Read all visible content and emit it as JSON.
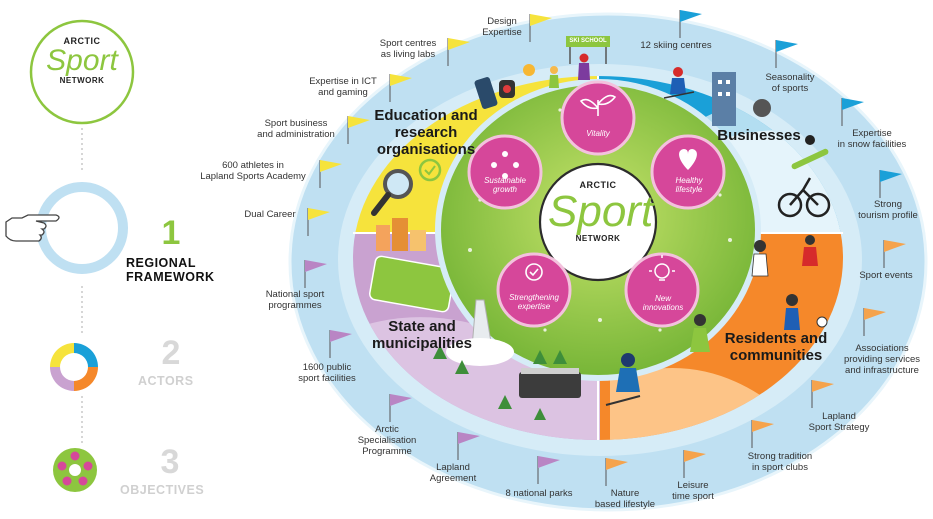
{
  "logo": {
    "line1": "ARCTIC",
    "line2": "Sport",
    "line3": "NETWORK"
  },
  "steps": [
    {
      "number": "1",
      "label1": "REGIONAL",
      "label2": "FRAMEWORK"
    },
    {
      "number": "2",
      "label1": "ACTORS"
    },
    {
      "number": "3",
      "label1": "OBJECTIVES"
    }
  ],
  "sectors": {
    "education": "Education and research organisations",
    "businesses": "Businesses",
    "state": "State and municipalities",
    "residents": "Residents and communities"
  },
  "objectives": {
    "vitality": "Vitality",
    "healthy": "Healthy lifestyle",
    "innovations": "New innovations",
    "strengthening": "Strengthening expertise",
    "sustainable": "Sustainable growth"
  },
  "sign": "SKI SCHOOL",
  "colors": {
    "education": "#f6e33c",
    "businesses": "#1aa0d8",
    "residents": "#f5882a",
    "state": "#c9a2d0",
    "outer_ring": "#bfe0f2",
    "green": "#8dc63f",
    "objective_pink": "#d6479a"
  },
  "flags": [
    {
      "id": "design-expertise",
      "text": "Design\nExpertise"
    },
    {
      "id": "sport-centres",
      "text": "Sport centres\nas living labs"
    },
    {
      "id": "ict-gaming",
      "text": "Expertise in ICT\nand gaming"
    },
    {
      "id": "sport-business",
      "text": "Sport business\nand administration"
    },
    {
      "id": "athletes",
      "text": "600 athletes in\nLapland Sports Academy"
    },
    {
      "id": "dual-career",
      "text": "Dual Career"
    },
    {
      "id": "national-programmes",
      "text": "National sport\nprogrammes"
    },
    {
      "id": "public-facilities",
      "text": "1600 public\nsport facilities"
    },
    {
      "id": "arctic-specialisation",
      "text": "Arctic\nSpecialisation\nProgramme"
    },
    {
      "id": "lapland-agreement",
      "text": "Lapland\nAgreement"
    },
    {
      "id": "national-parks",
      "text": "8 national parks"
    },
    {
      "id": "nature-lifestyle",
      "text": "Nature\nbased lifestyle"
    },
    {
      "id": "leisure-sport",
      "text": "Leisure\ntime sport"
    },
    {
      "id": "strong-tradition",
      "text": "Strong tradition\nin sport clubs"
    },
    {
      "id": "sport-strategy",
      "text": "Lapland\nSport Strategy"
    },
    {
      "id": "associations",
      "text": "Associations\nproviding services\nand infrastructure"
    },
    {
      "id": "sport-events",
      "text": "Sport events"
    },
    {
      "id": "tourism-profile",
      "text": "Strong\ntourism profile"
    },
    {
      "id": "snow-facilities",
      "text": "Expertise\nin snow facilities"
    },
    {
      "id": "seasonality",
      "text": "Seasonality\nof sports"
    },
    {
      "id": "skiing-centres",
      "text": "12 skiing centres"
    }
  ]
}
